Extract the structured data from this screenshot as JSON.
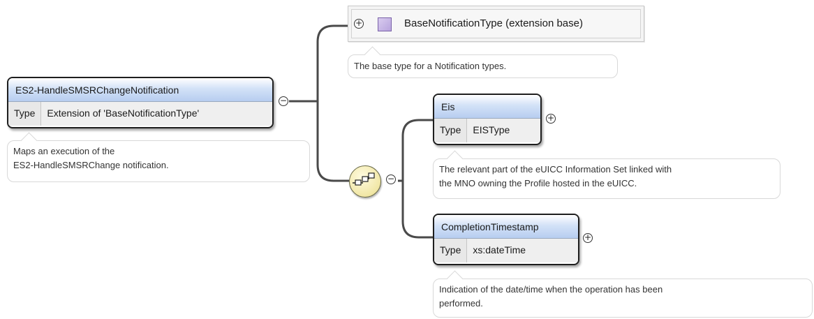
{
  "root": {
    "name": "ES2-HandleSMSRChangeNotification",
    "type_label": "Type",
    "type_value": "Extension of 'BaseNotificationType'",
    "annotation_line1": "Maps an execution of the",
    "annotation_line2": "ES2-HandleSMSRChange notification."
  },
  "base": {
    "label": "BaseNotificationType (extension base)",
    "annotation": "The base type for a Notification types."
  },
  "children": [
    {
      "name": "Eis",
      "type_label": "Type",
      "type_value": "EISType",
      "annotation_line1": "The relevant part of the eUICC Information Set linked with",
      "annotation_line2": "the MNO owning the Profile hosted in the eUICC."
    },
    {
      "name": "CompletionTimestamp",
      "type_label": "Type",
      "type_value": "xs:dateTime",
      "annotation_line1": "Indication of the date/time when the operation has been",
      "annotation_line2": "performed."
    }
  ],
  "icons": {
    "expand": "plus-circle-icon",
    "collapse": "minus-circle-icon",
    "sequence": "sequence-compositor-icon",
    "complex_type": "complex-type-icon"
  },
  "colors": {
    "header_gradient_bottom": "#b7cdf0",
    "type_box": "#efefef",
    "sequence_fill": "#f1e7a6",
    "complex_type": "#b7a3dd"
  }
}
